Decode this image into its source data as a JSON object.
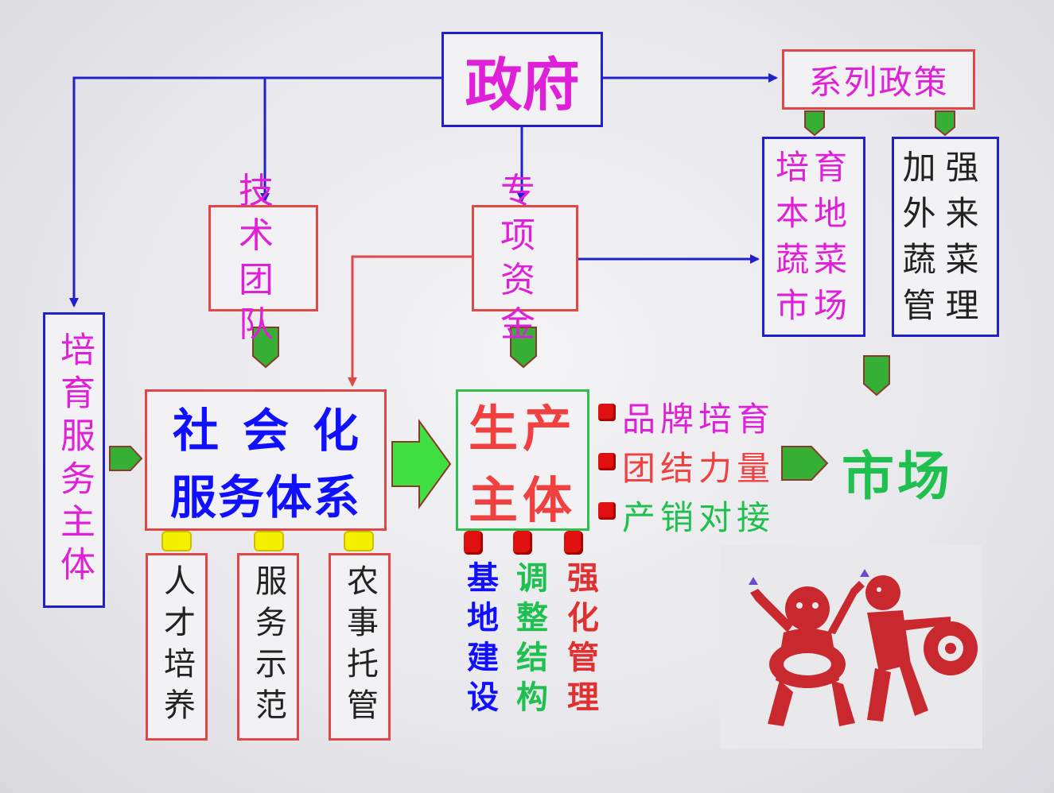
{
  "government": "政府",
  "policies": "系列政策",
  "tech_team": "技术团队",
  "special_funds": "专项资金",
  "cultivate_local_market": "培育本地蔬菜市场",
  "strengthen_outside_mgmt": "加强外来蔬菜管理",
  "cultivate_service_subject": "培育服务主体",
  "social_service_system": [
    "社会化",
    "服务体系"
  ],
  "production_subject": [
    "生产",
    "主体"
  ],
  "market": "市场",
  "right_items": [
    "品牌培育",
    "团结力量",
    "产销对接"
  ],
  "service_sub": [
    "人才培养",
    "服务示范",
    "农事托管"
  ],
  "production_sub": [
    "基地建设",
    "调整结构",
    "强化管理"
  ],
  "colors": {
    "blue_arrow": "#2020cc",
    "red_arrow": "#e04848",
    "green_arrow": "#40e040",
    "magenta": "#e020d8",
    "green_text": "#20c050"
  }
}
